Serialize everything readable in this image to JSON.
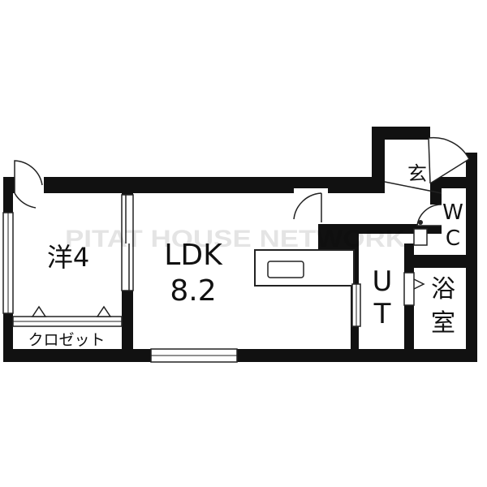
{
  "colors": {
    "wall": "#111111",
    "floor": "#ffffff",
    "line": "#222222"
  },
  "rooms": {
    "bedroom": {
      "label": "洋4"
    },
    "closet": {
      "label": "クロゼット"
    },
    "ldk": {
      "label": "LDK",
      "size": "8.2"
    },
    "entrance": {
      "label": "玄"
    },
    "toilet": {
      "label_1": "W",
      "label_2": "C"
    },
    "utility": {
      "label_1": "U",
      "label_2": "T"
    },
    "bath": {
      "label_1": "浴",
      "label_2": "室"
    }
  },
  "watermark": {
    "text": "PITAT HOUSE NETWORK"
  }
}
